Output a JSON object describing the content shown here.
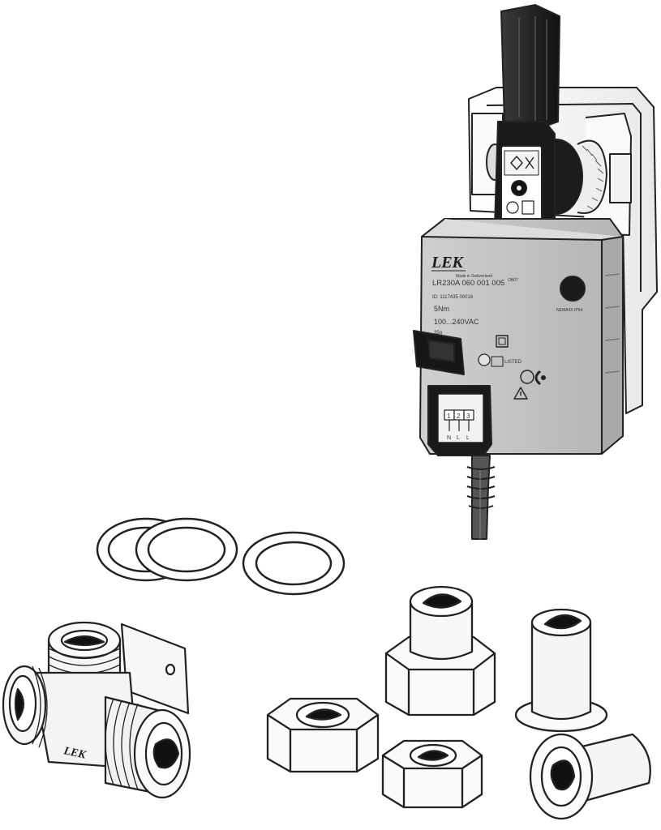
{
  "actuator": {
    "brand": "LEK",
    "made_in": "Made in Switzerland",
    "model": "LR230A 060 001 005",
    "code": "OB07",
    "id": "ID: 1117435 00016",
    "torque": "5Nm",
    "voltage": "100...240VAC",
    "weight": "35g",
    "listed": "LISTED",
    "enclosure": "NEMA4X IP54",
    "connector_terminals": [
      "1",
      "2",
      "3"
    ],
    "connector_labels": [
      "N",
      "L",
      "L"
    ]
  },
  "valve_body": {
    "brand": "LEK"
  }
}
